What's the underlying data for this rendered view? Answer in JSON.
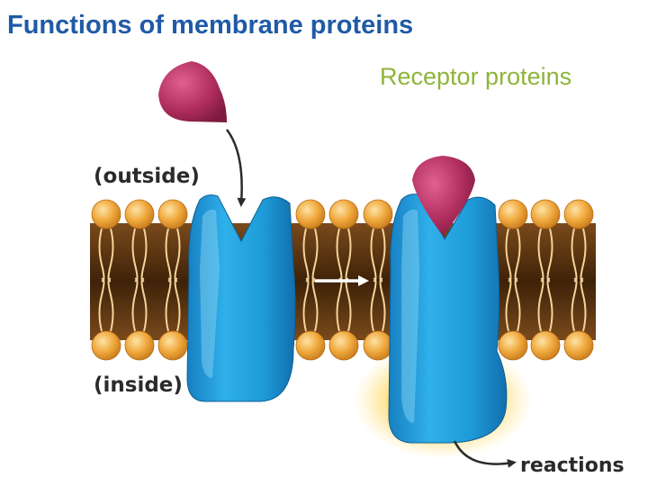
{
  "slide": {
    "title": "Functions of membrane proteins",
    "subtitle": "Receptor proteins"
  },
  "diagram": {
    "labels": {
      "outside": "(outside)",
      "inside": "(inside)",
      "reactions": "reactions"
    },
    "colors": {
      "title": "#1f5aa6",
      "subtitle": "#8db53a",
      "protein": "#1e9bd7",
      "ligand": "#b02e5e",
      "lipid_head": "#f0a83c",
      "membrane_core": "#5a3312",
      "label": "#2b2b2b"
    }
  }
}
